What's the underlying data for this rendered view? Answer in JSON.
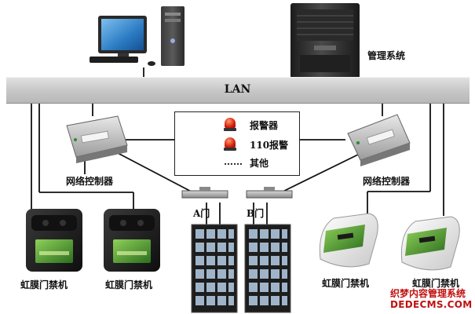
{
  "network": {
    "lan_label": "LAN"
  },
  "server": {
    "label": "管理系统"
  },
  "alarm_box": {
    "items": [
      "报警器",
      "110报警",
      "其他"
    ],
    "ellipsis": "……"
  },
  "controllers": {
    "left_label": "网络控制器",
    "right_label": "网络控制器"
  },
  "doors": {
    "a_label": "A门",
    "b_label": "B门"
  },
  "readers": {
    "labels": [
      "虹膜门禁机",
      "虹膜门禁机",
      "虹膜门禁机",
      "虹膜门禁机"
    ]
  },
  "watermark": {
    "line1": "织梦内容管理系统",
    "line2": "DEDECMS.COM"
  }
}
